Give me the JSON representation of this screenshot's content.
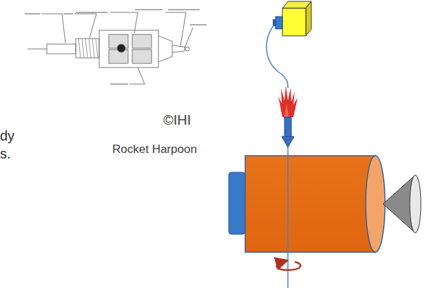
{
  "diagram": {
    "labels": [
      "©IHI",
      "Rocket Harpoon",
      "dy",
      "s."
    ]
  }
}
